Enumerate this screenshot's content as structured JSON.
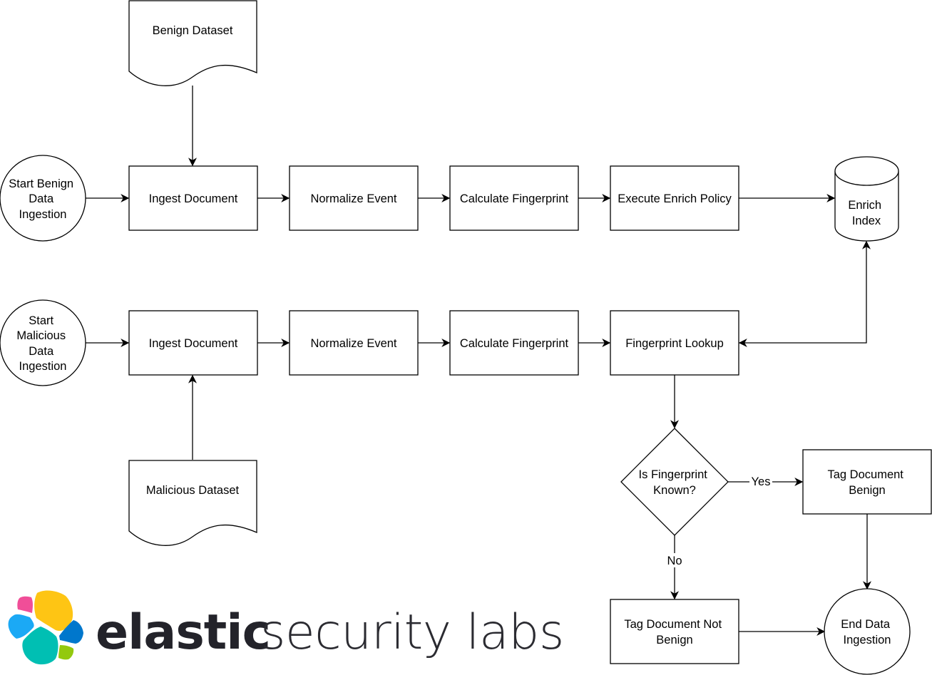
{
  "diagram": {
    "type": "flowchart",
    "nodes": {
      "benign_dataset": "Benign Dataset",
      "malicious_dataset": "Malicious Dataset",
      "start_benign": [
        "Start Benign",
        "Data",
        "Ingestion"
      ],
      "start_malicious": [
        "Start",
        "Malicious",
        "Data",
        "Ingestion"
      ],
      "benign_ingest": "Ingest Document",
      "benign_normalize": "Normalize Event",
      "benign_fingerprint": "Calculate Fingerprint",
      "benign_enrich_policy": "Execute Enrich Policy",
      "enrich_index": [
        "Enrich",
        "Index"
      ],
      "mal_ingest": "Ingest Document",
      "mal_normalize": "Normalize Event",
      "mal_fingerprint": "Calculate Fingerprint",
      "fingerprint_lookup": "Fingerprint Lookup",
      "decision": [
        "Is Fingerprint",
        "Known?"
      ],
      "tag_benign": [
        "Tag Document",
        "Benign"
      ],
      "tag_not_benign": [
        "Tag Document Not",
        "Benign"
      ],
      "end": [
        "End Data",
        "Ingestion"
      ]
    },
    "edge_labels": {
      "yes": "Yes",
      "no": "No"
    },
    "edges": [
      [
        "benign_dataset",
        "benign_ingest"
      ],
      [
        "start_benign",
        "benign_ingest"
      ],
      [
        "benign_ingest",
        "benign_normalize"
      ],
      [
        "benign_normalize",
        "benign_fingerprint"
      ],
      [
        "benign_fingerprint",
        "benign_enrich_policy"
      ],
      [
        "benign_enrich_policy",
        "enrich_index"
      ],
      [
        "start_malicious",
        "mal_ingest"
      ],
      [
        "malicious_dataset",
        "mal_ingest"
      ],
      [
        "mal_ingest",
        "mal_normalize"
      ],
      [
        "mal_normalize",
        "mal_fingerprint"
      ],
      [
        "mal_fingerprint",
        "fingerprint_lookup"
      ],
      [
        "fingerprint_lookup",
        "enrich_index",
        "bidirectional"
      ],
      [
        "fingerprint_lookup",
        "decision"
      ],
      [
        "decision",
        "tag_benign",
        "Yes"
      ],
      [
        "decision",
        "tag_not_benign",
        "No"
      ],
      [
        "tag_benign",
        "end"
      ],
      [
        "tag_not_benign",
        "end"
      ]
    ]
  },
  "logo": {
    "brand": "elastic",
    "product": "security labs",
    "colors": {
      "pink": "#F04E98",
      "yellow": "#FEC514",
      "light_blue": "#1BA9F5",
      "teal": "#00BFB3",
      "blue": "#0077CC",
      "green": "#93C90E"
    }
  }
}
